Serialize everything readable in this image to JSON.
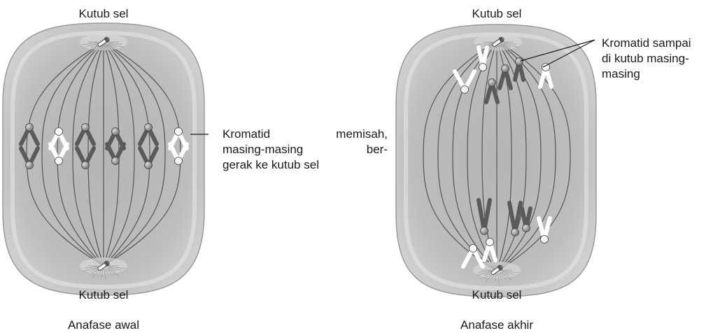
{
  "diagram": {
    "left": {
      "top_pole_label": "Kutub sel",
      "bottom_pole_label": "Kutub sel",
      "caption": "Anafase awal",
      "annotation": [
        "Kromatid memisah,",
        "masing-masing ber-",
        "gerak ke kutub sel"
      ]
    },
    "right": {
      "top_pole_label": "Kutub sel",
      "bottom_pole_label": "Kutub sel",
      "caption": "Anafase akhir",
      "annotation": [
        "Kromatid sampai",
        "di kutub masing-",
        "masing"
      ]
    }
  },
  "colors": {
    "cell_outer": "#c4c4c4",
    "cell_inner": "#b0b0b0",
    "spindle": "#555555",
    "chromatid_dark": "#5a5a5a",
    "chromatid_light": "#ffffff",
    "text": "#1a1a1a"
  }
}
